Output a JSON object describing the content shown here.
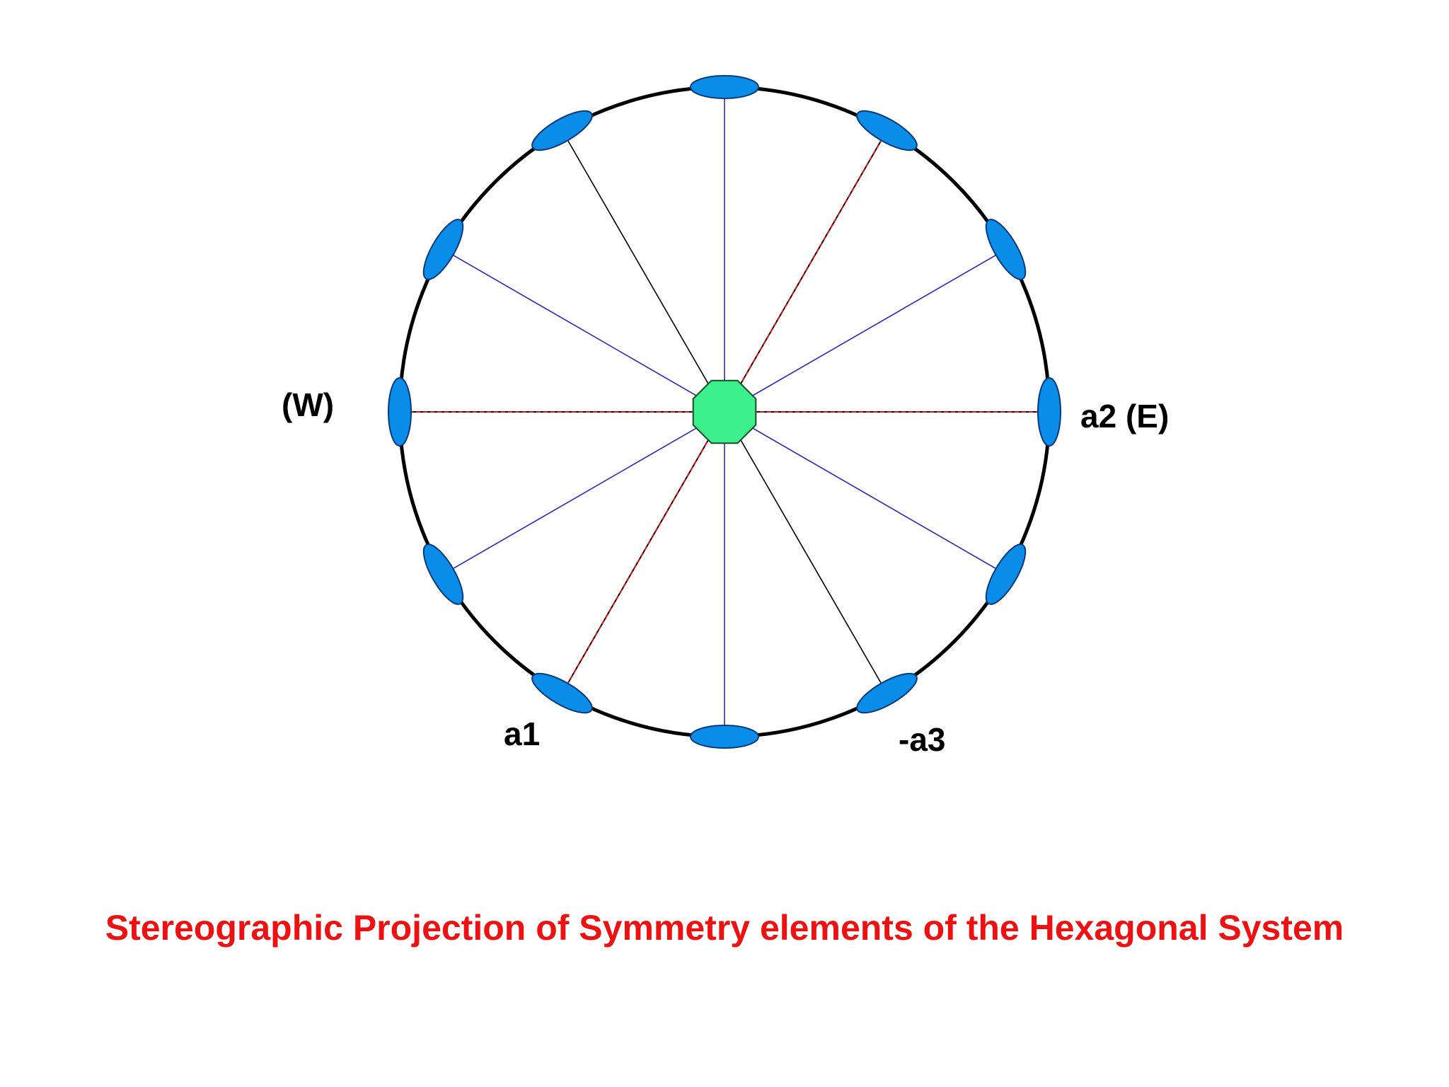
{
  "colors": {
    "primitive_circle": "#000000",
    "twofold_axis_fill": "#0a8de8",
    "twofold_axis_stroke": "#0a3a7a",
    "sixfold_axis_fill": "#3cf08c",
    "mirror_line": "#2a2ab8",
    "mirror_dash": "#e01010",
    "caption": "#ee1111"
  },
  "icons": {
    "twofold_axis": "blue-ellipse-icon",
    "sixfold_axis": "green-octagon-icon"
  },
  "diagram": {
    "symmetry_directions_deg": [
      0,
      30,
      60,
      90,
      120,
      150,
      180,
      210,
      240,
      270,
      300,
      330
    ],
    "line_styles": [
      "red-black-dashed",
      "blue",
      "red-black-dashed",
      "blue",
      "black",
      "blue",
      "red-black-dashed",
      "blue",
      "red-black-dashed",
      "blue",
      "black",
      "blue"
    ],
    "labels": {
      "west": "(W)",
      "a2_east": "a2 (E)",
      "a1": "a1",
      "neg_a3": "-a3"
    }
  },
  "caption": "Stereographic Projection of Symmetry elements of the Hexagonal System"
}
